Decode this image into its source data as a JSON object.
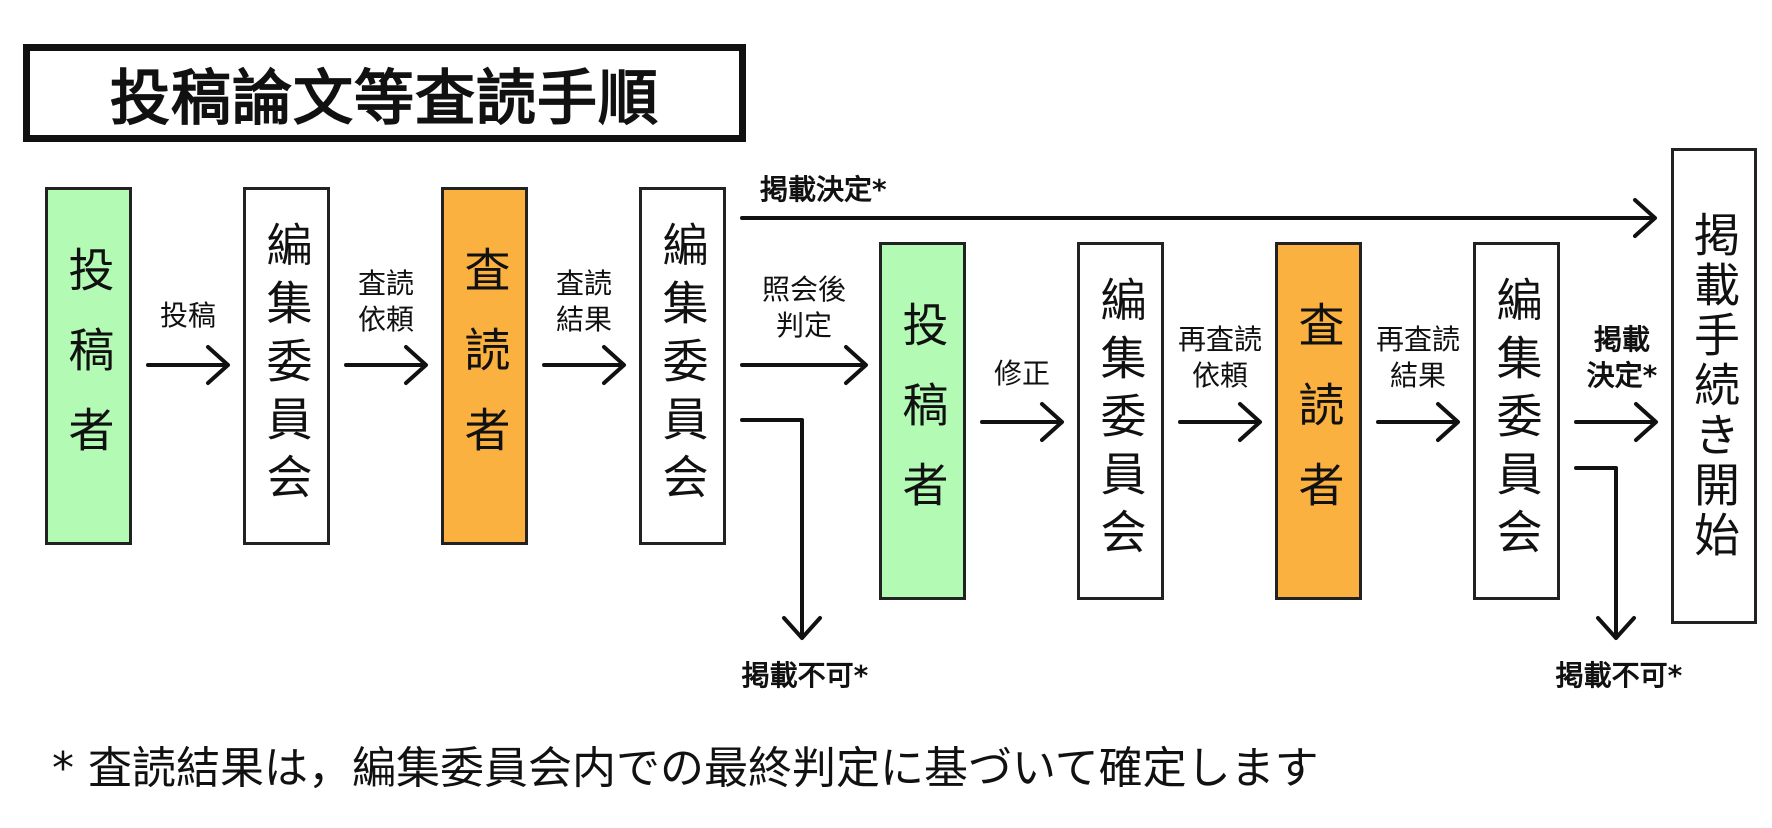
{
  "title": "投稿論文等査読手順",
  "nodes": {
    "submitter1": "投稿者",
    "editorial1": "編集委員会",
    "reviewer1": "査読者",
    "editorial2": "編集委員会",
    "submitter2": "投稿者",
    "editorial3": "編集委員会",
    "reviewer2": "査読者",
    "editorial4": "編集委員会",
    "publication": "掲載手続き開始"
  },
  "labels": {
    "submit": "投稿",
    "review_request": "査読\n依頼",
    "review_result": "査読\n結果",
    "accept_top": "掲載決定*",
    "inquiry_judgment": "照会後\n判定",
    "reject1": "掲載不可*",
    "revise": "修正",
    "rereview_request": "再査読\n依頼",
    "rereview_result": "再査読\n結果",
    "accept_final": "掲載\n決定*",
    "reject2": "掲載不可*"
  },
  "footnote": "* 査読結果は，編集委員会内での最終判定に基づいて確定します",
  "colors": {
    "submitter": "#b3fbb5",
    "reviewer": "#fbb140",
    "editorial": "#ffffff"
  }
}
